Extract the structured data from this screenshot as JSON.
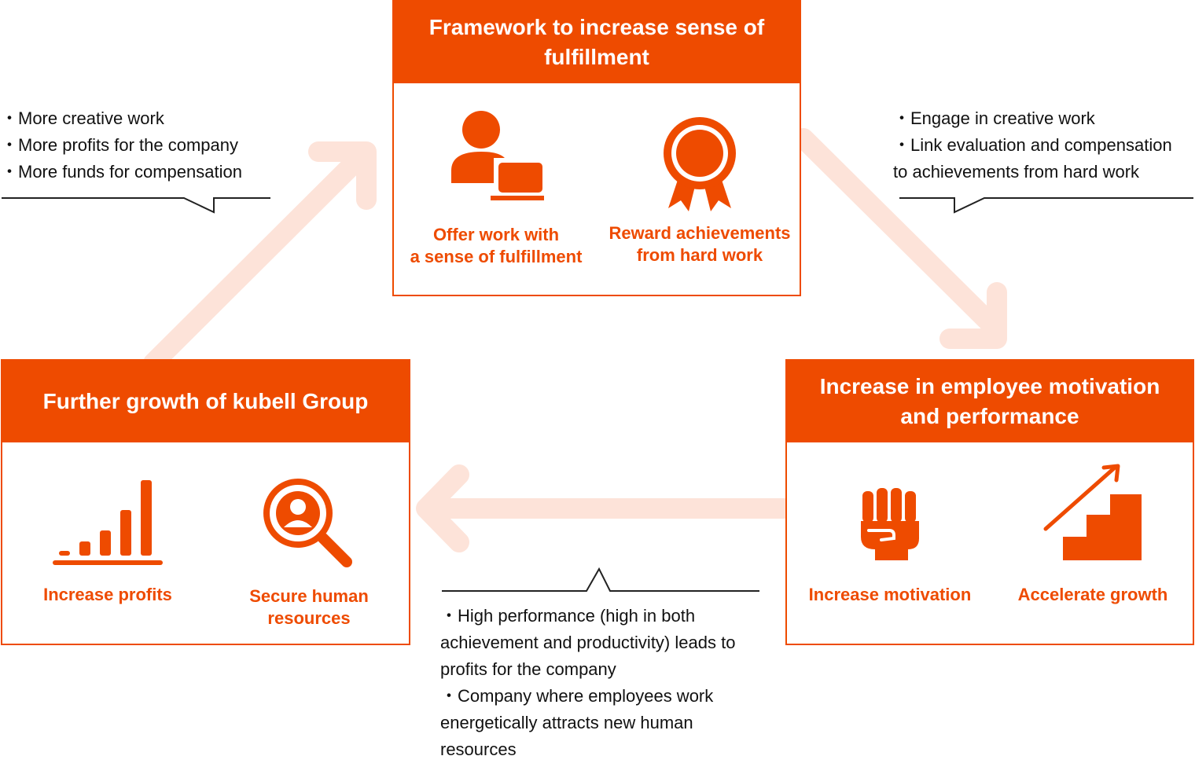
{
  "accent_color": "#EE4B00",
  "arrow_color": "#FDE3D9",
  "framework": {
    "title": "Framework to increase sense of fulfillment",
    "items": [
      {
        "label": "Offer work with\na sense of fulfillment",
        "icon": "person-laptop-icon"
      },
      {
        "label": "Reward achievements\nfrom hard work",
        "icon": "award-ribbon-icon"
      }
    ]
  },
  "motivation": {
    "title": "Increase in employee motivation and performance",
    "items": [
      {
        "label": "Increase motivation",
        "icon": "raised-fist-icon"
      },
      {
        "label": "Accelerate growth",
        "icon": "stairs-growth-icon"
      }
    ]
  },
  "growth": {
    "title": "Further growth of kubell Group",
    "items": [
      {
        "label": "Increase profits",
        "icon": "bar-chart-icon"
      },
      {
        "label": "Secure human\nresources",
        "icon": "magnifier-person-icon"
      }
    ]
  },
  "notes": {
    "top_left": [
      "・More creative work",
      "・More profits for the company",
      "・More funds for compensation"
    ],
    "top_right": [
      "・Engage in creative work",
      "・Link evaluation and compensation",
      "to achievements from hard work"
    ],
    "bottom_center": [
      "・High performance (high in both",
      "achievement and productivity) leads to",
      "profits for the company",
      "・Company where employees work",
      "energetically attracts new human",
      "resources"
    ]
  }
}
